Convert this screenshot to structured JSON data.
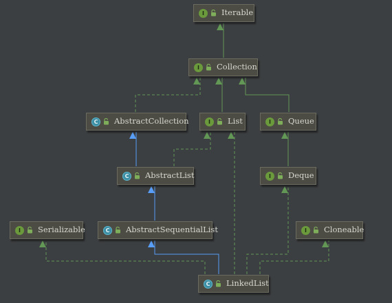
{
  "nodes": [
    {
      "id": "iterable",
      "name": "Iterable",
      "kind": "interface",
      "kind_letter": "I"
    },
    {
      "id": "collection",
      "name": "Collection",
      "kind": "interface",
      "kind_letter": "I"
    },
    {
      "id": "abstractcollection",
      "name": "AbstractCollection",
      "kind": "class",
      "kind_letter": "C"
    },
    {
      "id": "list",
      "name": "List",
      "kind": "interface",
      "kind_letter": "I"
    },
    {
      "id": "queue",
      "name": "Queue",
      "kind": "interface",
      "kind_letter": "I"
    },
    {
      "id": "abstractlist",
      "name": "AbstractList",
      "kind": "class",
      "kind_letter": "C"
    },
    {
      "id": "deque",
      "name": "Deque",
      "kind": "interface",
      "kind_letter": "I"
    },
    {
      "id": "serializable",
      "name": "Serializable",
      "kind": "interface",
      "kind_letter": "I"
    },
    {
      "id": "abstractsequentiallist",
      "name": "AbstractSequentialList",
      "kind": "class",
      "kind_letter": "C"
    },
    {
      "id": "cloneable",
      "name": "Cloneable",
      "kind": "interface",
      "kind_letter": "I"
    },
    {
      "id": "linkedlist",
      "name": "LinkedList",
      "kind": "class",
      "kind_letter": "C"
    }
  ],
  "edges": [
    {
      "from": "collection",
      "to": "iterable",
      "type": "extends-interface"
    },
    {
      "from": "abstractcollection",
      "to": "collection",
      "type": "implements"
    },
    {
      "from": "list",
      "to": "collection",
      "type": "extends-interface"
    },
    {
      "from": "queue",
      "to": "collection",
      "type": "extends-interface"
    },
    {
      "from": "abstractlist",
      "to": "abstractcollection",
      "type": "extends-class"
    },
    {
      "from": "abstractlist",
      "to": "list",
      "type": "implements"
    },
    {
      "from": "deque",
      "to": "queue",
      "type": "extends-interface"
    },
    {
      "from": "abstractsequentiallist",
      "to": "abstractlist",
      "type": "extends-class"
    },
    {
      "from": "linkedlist",
      "to": "abstractsequentiallist",
      "type": "extends-class"
    },
    {
      "from": "linkedlist",
      "to": "serializable",
      "type": "implements"
    },
    {
      "from": "linkedlist",
      "to": "list",
      "type": "implements"
    },
    {
      "from": "linkedlist",
      "to": "deque",
      "type": "implements"
    },
    {
      "from": "linkedlist",
      "to": "cloneable",
      "type": "implements"
    }
  ],
  "colors": {
    "background": "#3c3f41",
    "interface_edge": "#629755",
    "class_edge": "#589df6",
    "node_fill": "#4c4c45",
    "interface_badge": "#6a9a3c",
    "class_badge": "#3d8fa5"
  }
}
